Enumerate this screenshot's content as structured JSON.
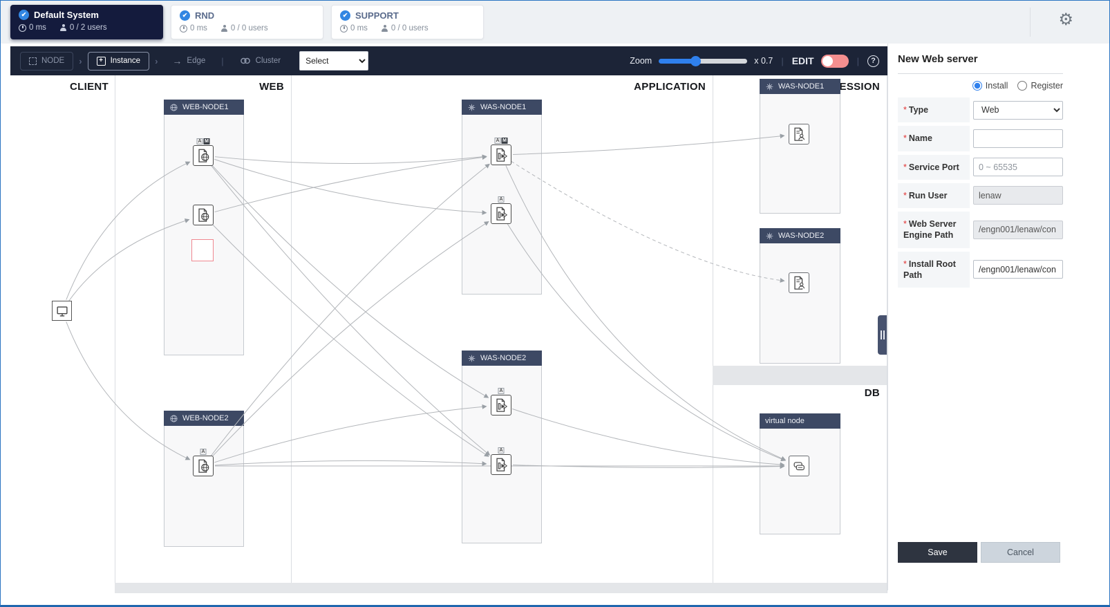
{
  "system_tabs": [
    {
      "name": "Default System",
      "latency": "0 ms",
      "users": "0 / 2 users"
    },
    {
      "name": "RND",
      "latency": "0 ms",
      "users": "0 / 0 users"
    },
    {
      "name": "SUPPORT",
      "latency": "0 ms",
      "users": "0 / 0 users"
    }
  ],
  "toolbar": {
    "node": "NODE",
    "instance": "Instance",
    "edge": "Edge",
    "cluster": "Cluster",
    "select_value": "Select",
    "zoom_label": "Zoom",
    "zoom_value": "x 0.7",
    "edit_label": "EDIT"
  },
  "canvas": {
    "column_labels": {
      "client": "CLIENT",
      "web": "WEB",
      "application": "APPLICATION",
      "session": "SESSION",
      "db": "DB"
    },
    "nodes": {
      "web1": "WEB-NODE1",
      "web2": "WEB-NODE2",
      "was1": "WAS-NODE1",
      "was2": "WAS-NODE2",
      "sess1": "WAS-NODE1",
      "sess2": "WAS-NODE2",
      "vnode": "virtual node"
    },
    "badges": {
      "web1a": [
        "A",
        "M"
      ],
      "web2a": [
        "A"
      ],
      "was1a": [
        "A",
        "M"
      ],
      "was1b": [
        "A"
      ],
      "was2a": [
        "A"
      ],
      "was2b": [
        "A"
      ]
    },
    "colors": {
      "edge": "#b3b6ba",
      "node_header": "#3d4964",
      "accent": "#2f80ed",
      "edit_toggle": "#f48f8f"
    },
    "edges": [
      {
        "from": "client",
        "to": "web1a",
        "bow": [
          -40,
          -45
        ]
      },
      {
        "from": "client",
        "to": "web1b",
        "bow": [
          -35,
          -25
        ]
      },
      {
        "from": "client",
        "to": "web2a",
        "bow": [
          -40,
          45
        ]
      },
      {
        "from": "web1a",
        "to": "was1a",
        "bow": [
          0,
          22
        ]
      },
      {
        "from": "web1a",
        "to": "was1b",
        "bow": [
          0,
          30
        ]
      },
      {
        "from": "web1a",
        "to": "was2a",
        "bow": [
          0,
          55
        ]
      },
      {
        "from": "web1a",
        "to": "was2b",
        "bow": [
          0,
          45
        ]
      },
      {
        "from": "web1b",
        "to": "was1a",
        "bow": [
          0,
          -15
        ]
      },
      {
        "from": "web1b",
        "to": "was2b",
        "bow": [
          0,
          40
        ]
      },
      {
        "from": "web2a",
        "to": "was1a",
        "bow": [
          0,
          -55
        ]
      },
      {
        "from": "web2a",
        "to": "was1b",
        "bow": [
          0,
          -45
        ]
      },
      {
        "from": "web2a",
        "to": "was2a",
        "bow": [
          0,
          -25
        ]
      },
      {
        "from": "web2a",
        "to": "was2b",
        "bow": [
          0,
          -12
        ]
      },
      {
        "from": "was1a",
        "to": "sess1",
        "bow": [
          0,
          8
        ]
      },
      {
        "from": "was1a",
        "to": "sess2",
        "bow": [
          40,
          70
        ],
        "dashed": true
      },
      {
        "from": "was1a",
        "to": "db1",
        "bow": [
          -70,
          100
        ]
      },
      {
        "from": "was1b",
        "to": "db1",
        "bow": [
          -55,
          75
        ]
      },
      {
        "from": "was2a",
        "to": "db1",
        "bow": [
          0,
          28
        ]
      },
      {
        "from": "was2b",
        "to": "db1",
        "bow": [
          0,
          6
        ]
      },
      {
        "from": "web2a",
        "to": "db1",
        "bow": [
          0,
          0
        ]
      }
    ]
  },
  "panel": {
    "title": "New Web server",
    "radio": {
      "install": "Install",
      "register": "Register",
      "selected": "Install"
    },
    "fields": [
      {
        "label": "Type",
        "required": true,
        "value": "Web"
      },
      {
        "label": "Name",
        "required": true,
        "value": ""
      },
      {
        "label": "Service Port",
        "required": true,
        "placeholder": "0 ~ 65535"
      },
      {
        "label": "Run User",
        "required": true,
        "value": "lenaw",
        "disabled": true
      },
      {
        "label": "Web Server Engine Path",
        "required": true,
        "value": "/engn001/lenaw/con",
        "disabled": true
      },
      {
        "label": "Install Root Path",
        "required": true,
        "value": "/engn001/lenaw/con"
      }
    ],
    "save": "Save",
    "cancel": "Cancel"
  }
}
